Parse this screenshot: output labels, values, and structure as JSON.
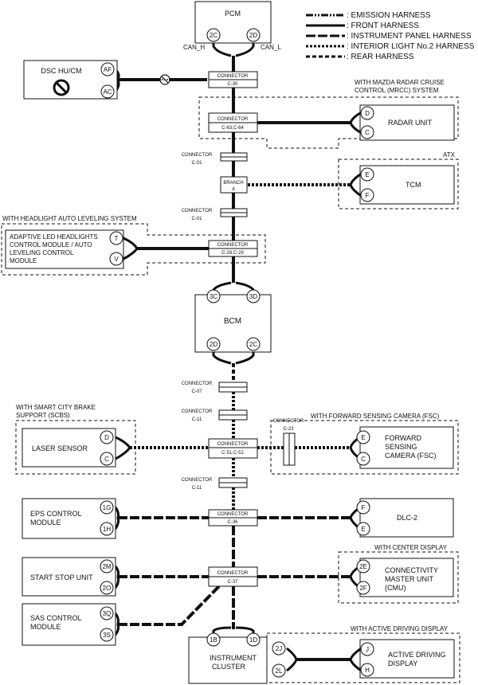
{
  "legend": [
    {
      "style": "emission",
      "label": ": EMISSION HARNESS"
    },
    {
      "style": "front",
      "label": ": FRONT HARNESS"
    },
    {
      "style": "instrument",
      "label": ": INSTRUMENT PANEL HARNESS"
    },
    {
      "style": "interior",
      "label": ": INTERIOR LIGHT No.2 HARNESS"
    },
    {
      "style": "rear",
      "label": ": REAR HARNESS"
    }
  ],
  "modules": {
    "pcm": "PCM",
    "dsc": "DSC HU/CM",
    "radar": "RADAR UNIT",
    "tcm": "TCM",
    "headlight": [
      "ADAPTIVE LED HEADLIGHTS",
      "CONTROL MODULE / AUTO",
      "LEVELING CONTROL",
      "MODULE"
    ],
    "bcm": "BCM",
    "laser": "LASER SENSOR",
    "fsc": [
      "FORWARD",
      "SENSING",
      "CAMERA (FSC)"
    ],
    "eps": [
      "EPS CONTROL",
      "MODULE"
    ],
    "dlc": "DLC-2",
    "start_stop": "START STOP UNIT",
    "cmu": [
      "CONNECTIVITY",
      "MASTER UNIT",
      "(CMU)"
    ],
    "sas": [
      "SAS CONTROL",
      "MODULE"
    ],
    "cluster": [
      "INSTRUMENT",
      "CLUSTER"
    ],
    "add": [
      "ACTIVE DRIVING",
      "DISPLAY"
    ]
  },
  "terminals": {
    "pcm_h": "2C",
    "pcm_l": "2D",
    "can_h": "CAN_H",
    "can_l": "CAN_L",
    "dsc_1": "AF",
    "dsc_2": "AC",
    "radar_1": "D",
    "radar_2": "C",
    "tcm_1": "E",
    "tcm_2": "F",
    "hl_1": "T",
    "hl_2": "V",
    "bcm_1": "3C",
    "bcm_2": "3D",
    "bcm_3": "2D",
    "bcm_4": "2C",
    "laser_1": "D",
    "laser_2": "C",
    "fsc_1": "E",
    "fsc_2": "C",
    "eps_1": "1G",
    "eps_2": "1H",
    "dlc_1": "F",
    "dlc_2": "E",
    "ss_1": "2M",
    "ss_2": "2O",
    "cmu_1": "2E",
    "cmu_2": "2F",
    "sas_1": "3Q",
    "sas_2": "3S",
    "ic_1": "1B",
    "ic_2": "1D",
    "add_in_1": "2J",
    "add_in_2": "2L",
    "add_1": "J",
    "add_2": "H"
  },
  "connectors": {
    "c30": [
      "CONNECTOR",
      "C-30"
    ],
    "c63": [
      "CONNECTOR",
      "C-63,C-64"
    ],
    "c01a": [
      "CONNECTOR",
      "C-01"
    ],
    "branch": [
      "BRANCH",
      "A"
    ],
    "c01b": [
      "CONNECTOR",
      "C-01"
    ],
    "c28": [
      "CONNECTOR",
      "C-28,C-29"
    ],
    "c07": [
      "CONNECTOR",
      "C-07"
    ],
    "c11a": [
      "CONNECTOR",
      "C-11"
    ],
    "c51": [
      "CONNECTOR",
      "C-51,C-52"
    ],
    "c23": [
      "CONNECTOR",
      "C-23"
    ],
    "c11b": [
      "CONNECTOR",
      "C-11"
    ],
    "c36": [
      "CONNECTOR",
      "C-36"
    ],
    "c37": [
      "CONNECTOR",
      "C-37"
    ]
  },
  "options": {
    "mrcc": [
      "WITH MAZDA RADAR CRUISE",
      "CONTROL (MRCC) SYSTEM"
    ],
    "atx": "ATX",
    "headlight": "WITH HEADLIGHT AUTO LEVELING SYSTEM",
    "scbs": [
      "WITH SMART CITY BRAKE",
      "SUPPORT (SCBS)"
    ],
    "fsc": "WITH FORWARD SENSING CAMERA (FSC)",
    "center_display": "WITH CENTER DISPLAY",
    "active_driving": "WITH ACTIVE DRIVING DISPLAY"
  }
}
